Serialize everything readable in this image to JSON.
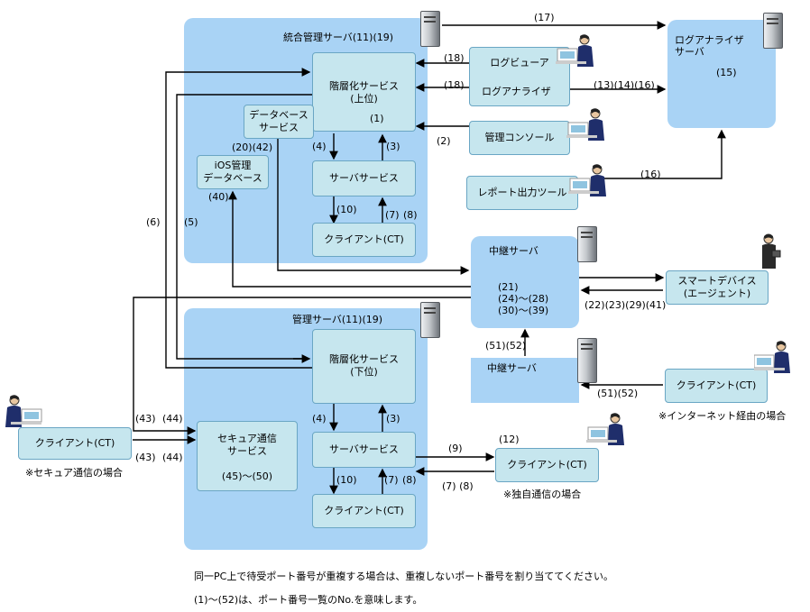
{
  "zones": {
    "integrated_server": {
      "title": "統合管理サーバ(11)(19)"
    },
    "management_server": {
      "title": "管理サーバ(11)(19)"
    }
  },
  "top": {
    "hier_upper": "階層化サービス\n(上位)",
    "hier_upper_num": "(1)",
    "database_service": "データベース\nサービス",
    "db_num": "(20)(42)",
    "ios_db": "iOS管理\nデータベース",
    "ios_num": "(40)",
    "server_service": "サーバサービス",
    "client_ct": "クライアント(CT)",
    "n4": "(4)",
    "n3": "(3)",
    "n10": "(10)",
    "n7": "(7)",
    "n8": "(8)",
    "n6": "(6)",
    "n5": "(5)"
  },
  "log": {
    "log_viewer": "ログビューア",
    "log_analyzer_client": "ログアナライザ",
    "log_analyzer_server": "ログアナライザ\nサーバ",
    "n15": "(15)",
    "n17": "(17)",
    "n18a": "(18)",
    "n18b": "(18)",
    "n13_14_16": "(13)(14)(16)",
    "n16": "(16)"
  },
  "console": {
    "label": "管理コンソール",
    "n2": "(2)"
  },
  "report": {
    "label": "レポート出力ツール"
  },
  "relay": {
    "relay_upper": "中継サーバ",
    "relay_nums": "(21)\n(24)〜(28)\n(30)〜(39)",
    "relay_lower": "中継サーバ",
    "n51_52": "(51)(52)"
  },
  "smart": {
    "label": "スマートデバイス\n(エージェント)",
    "nums": "(22)(23)(29)(41)"
  },
  "internet": {
    "client": "クライアント(CT)",
    "nums": "(51)(52)",
    "note": "※インターネット経由の場合"
  },
  "bottom": {
    "hier_lower": "階層化サービス\n(下位)",
    "secure_service": "セキュア通信\nサービス",
    "secure_nums": "(45)〜(50)",
    "server_service": "サーバサービス",
    "client_ct": "クライアント(CT)",
    "n4": "(4)",
    "n3": "(3)",
    "n10": "(10)",
    "n7": "(7)",
    "n8": "(8)",
    "n9": "(9)"
  },
  "secure_client": {
    "label": "クライアント(CT)",
    "n43a": "(43)",
    "n44a": "(44)",
    "n43b": "(43)",
    "n44b": "(44)",
    "note": "※セキュア通信の場合"
  },
  "own_client": {
    "label": "クライアント(CT)",
    "n12": "(12)",
    "n7_8": "(7) (8)",
    "note": "※独自通信の場合"
  },
  "footnotes": {
    "line1": "同一PC上で待受ポート番号が重複する場合は、重複しないポート番号を割り当ててください。",
    "line2": "(1)〜(52)は、ポート番号一覧のNo.を意味します。"
  },
  "colors": {
    "zone": "#a9d3f5",
    "box": "#c6e6ee",
    "border": "#6aa6c4"
  }
}
